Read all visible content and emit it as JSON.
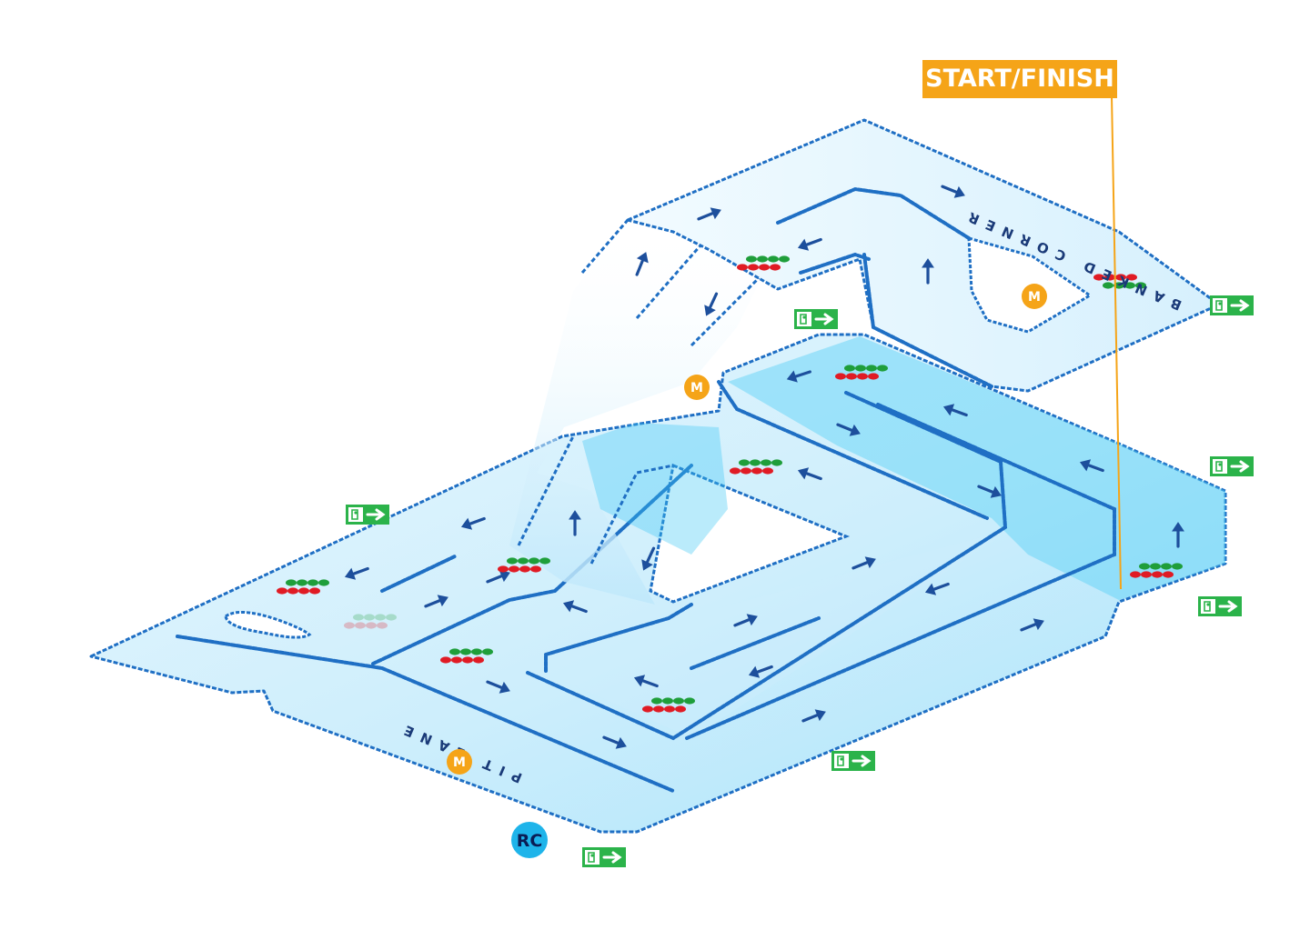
{
  "labels": {
    "start_finish": "START/FINISH",
    "banked_corner": "BANKED CORNER",
    "pit_lane": "PIT LANE",
    "marshal": "M",
    "race_control": "RC"
  },
  "icons": {
    "exit": "emergency-exit-icon",
    "direction": "direction-arrow-icon",
    "start_lights": "start-lights-icon"
  },
  "colors": {
    "track_light": "#dff3fd",
    "track_mid": "#bfe8fb",
    "track_dark": "#38c6f4",
    "barrier": "#1f6fc4",
    "barrier_dark": "#0e3f86",
    "arrow": "#1d4f9c",
    "start_finish": "#f5a418",
    "marshal": "#f5a418",
    "race_control": "#1eb4ea",
    "exit_sign": "#2bb34a",
    "light_red": "#e01b24",
    "light_green": "#1f9e3a"
  }
}
